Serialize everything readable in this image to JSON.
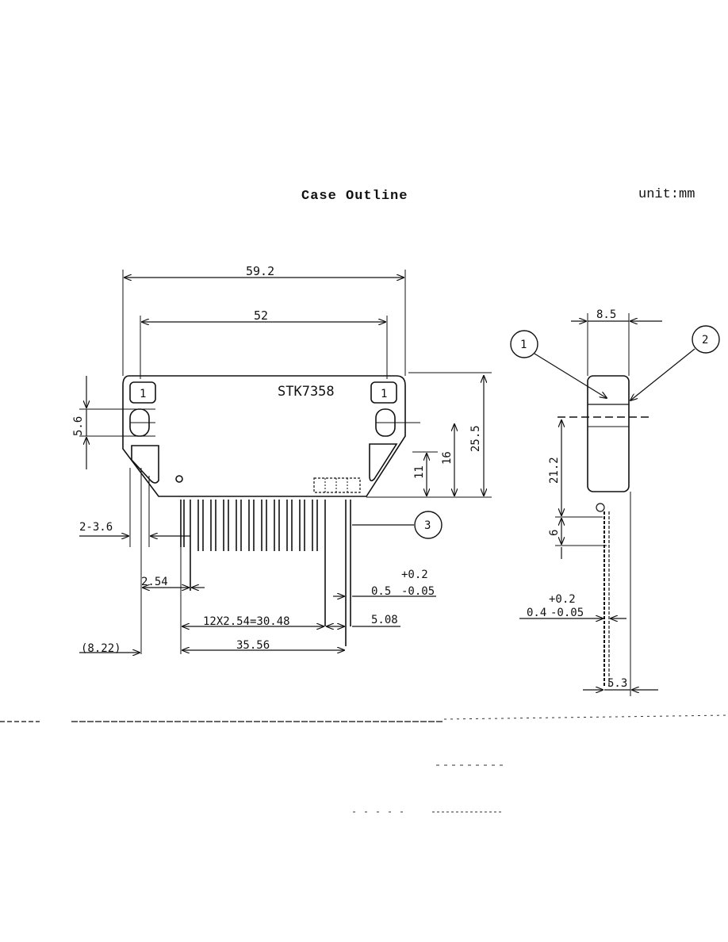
{
  "header": {
    "title": "Case Outline",
    "unit": "unit:mm"
  },
  "part_marking": "STK7358",
  "front_view": {
    "overall_width": "59.2",
    "mount_hole_pitch": "52",
    "hole_height": "5.6",
    "height_total": "25.5",
    "height_to_hole": "16",
    "height_to_shoulder": "11",
    "hole_diameter": "2-3.6",
    "pin_pitch": "2.54",
    "pin_span": "12X2.54=30.48",
    "pin_width_nominal": "0.5",
    "pin_width_tol_plus": "+0.2",
    "pin_width_tol_minus": "-0.05",
    "end_pin_offset": "5.08",
    "left_offset": "(8.22)",
    "pin_total_span": "35.56",
    "pin_tab_marks": [
      "1",
      "1"
    ]
  },
  "side_view": {
    "thickness": "8.5",
    "body_height": "21.2",
    "lead_length": "6",
    "lead_thickness": "0.4",
    "lead_tol_plus": "+0.2",
    "lead_tol_minus": "-0.05",
    "lead_offset": "5.3"
  },
  "callouts": [
    "1",
    "2",
    "3"
  ]
}
